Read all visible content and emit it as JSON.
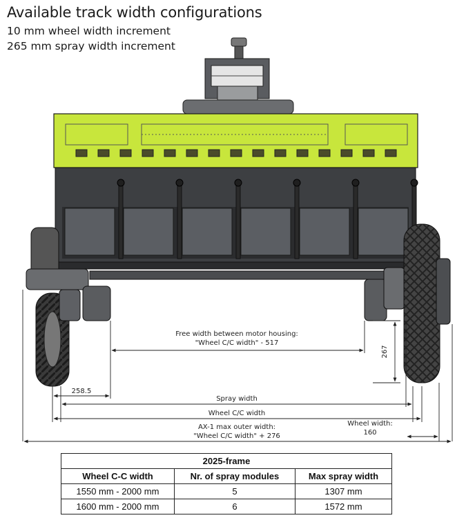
{
  "header": {
    "title": "Available track width configurations",
    "line1": "10 mm wheel width increment",
    "line2": "265 mm spray width increment"
  },
  "dimensions": {
    "free_width_line1": "Free width between motor housing:",
    "free_width_line2": "\"Wheel C/C width\" - 517",
    "height": "267",
    "offset": "258.5",
    "spray_width": "Spray width",
    "wheel_cc": "Wheel C/C width",
    "max_outer_line1": "AX-1 max outer width:",
    "max_outer_line2": "\"Wheel C/C width\" + 276",
    "wheel_width_label": "Wheel width:",
    "wheel_width_value": "160"
  },
  "table": {
    "caption": "2025-frame",
    "headers": [
      "Wheel C-C width",
      "Nr. of spray modules",
      "Max spray width"
    ],
    "rows": [
      [
        "1550 mm - 2000 mm",
        "5",
        "1307 mm"
      ],
      [
        "1600 mm - 2000 mm",
        "6",
        "1572 mm"
      ]
    ]
  },
  "colors": {
    "frame_green": "#c8e63c",
    "body_dark": "#3d3f42",
    "panel": "#5b5e63"
  }
}
